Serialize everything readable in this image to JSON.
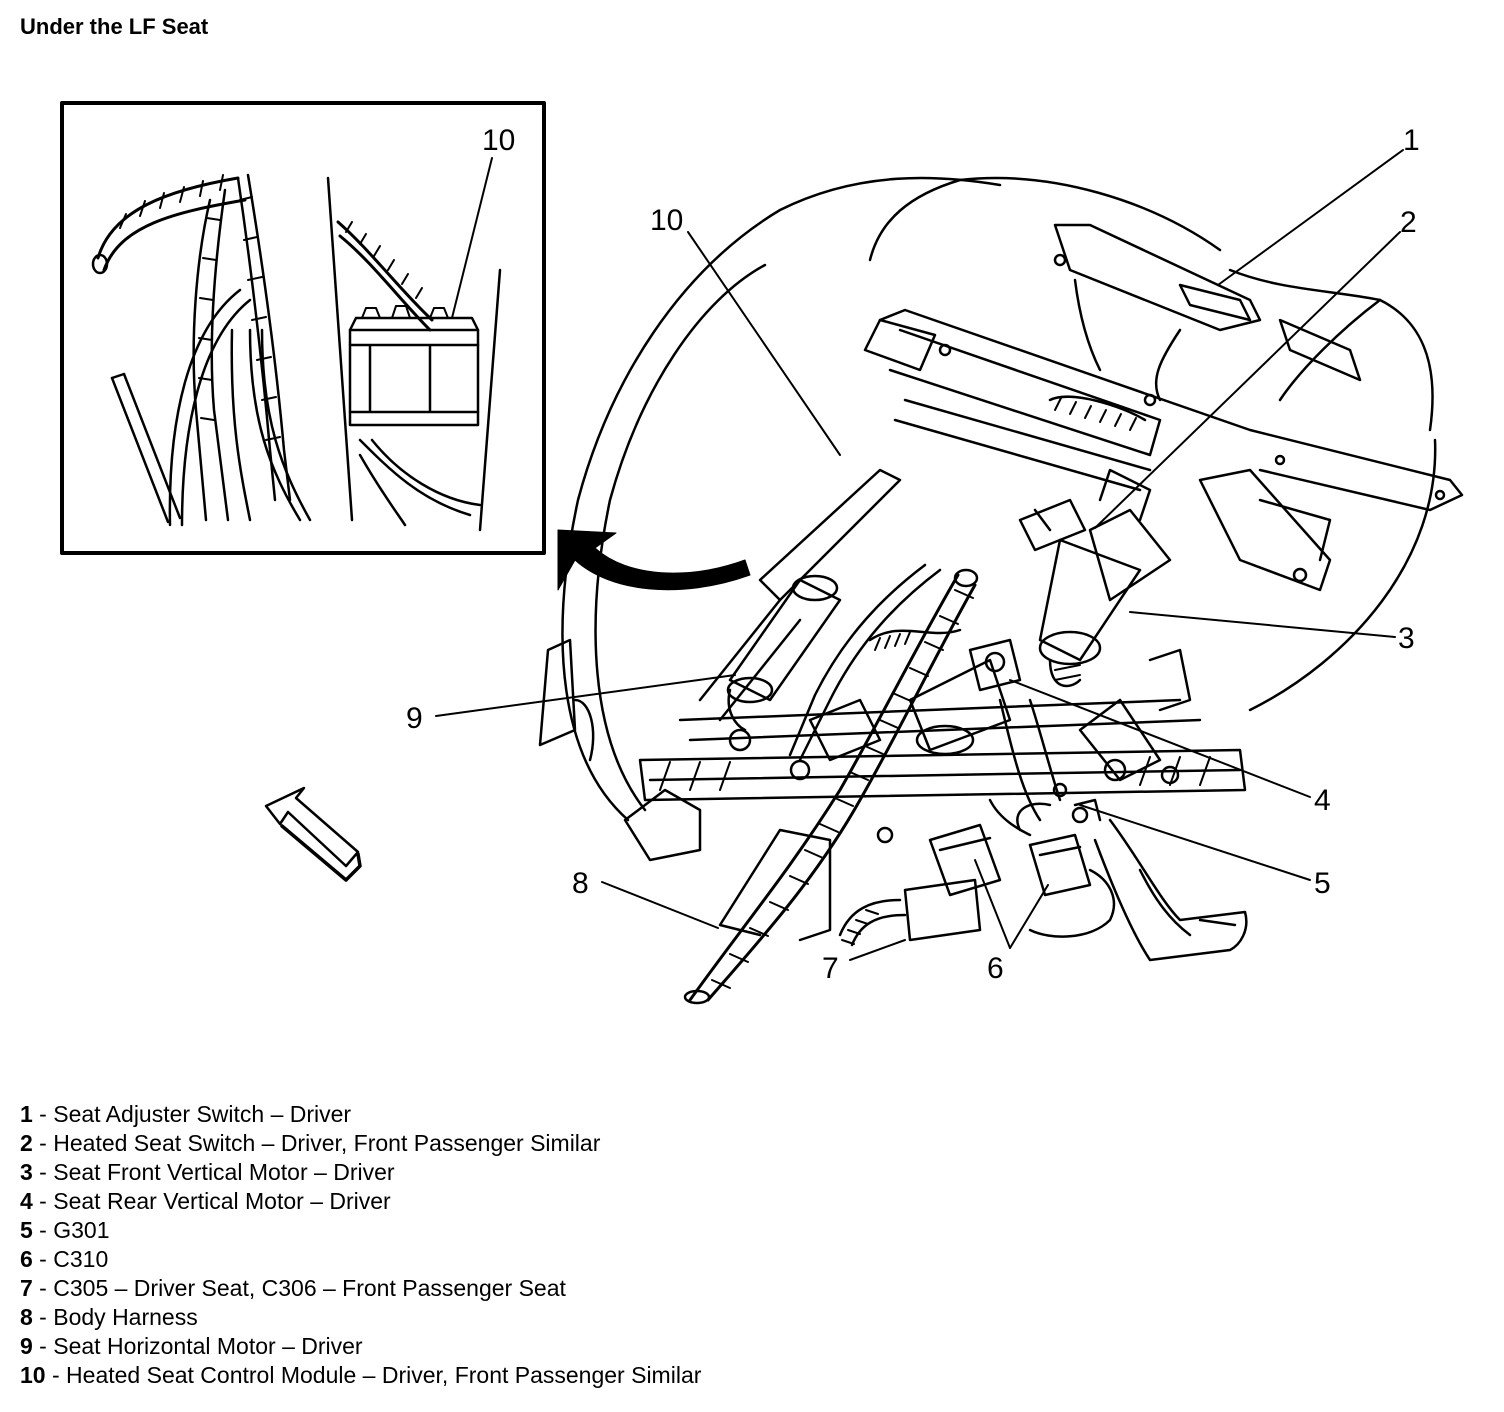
{
  "title": "Under the LF Seat",
  "callouts": {
    "inset_10": "10",
    "c1": "1",
    "c2": "2",
    "c3": "3",
    "c4": "4",
    "c5": "5",
    "c6": "6",
    "c7": "7",
    "c8": "8",
    "c9": "9",
    "c10": "10"
  },
  "legend": [
    {
      "num": "1",
      "sep": " - ",
      "text": "Seat Adjuster Switch – Driver"
    },
    {
      "num": "2",
      "sep": " - ",
      "text": "Heated Seat Switch – Driver, Front Passenger Similar"
    },
    {
      "num": "3",
      "sep": " - ",
      "text": "Seat Front Vertical Motor – Driver"
    },
    {
      "num": "4",
      "sep": " - ",
      "text": "Seat Rear Vertical Motor – Driver"
    },
    {
      "num": "5",
      "sep": " - ",
      "text": "G301"
    },
    {
      "num": "6",
      "sep": " - ",
      "text": "C310"
    },
    {
      "num": "7",
      "sep": " - ",
      "text": "C305 – Driver Seat, C306 – Front Passenger Seat"
    },
    {
      "num": "8",
      "sep": " - ",
      "text": "Body Harness"
    },
    {
      "num": "9",
      "sep": " - ",
      "text": "Seat Horizontal Motor – Driver"
    },
    {
      "num": "10",
      "sep": " - ",
      "text": "Heated Seat Control Module – Driver, Front Passenger Similar"
    }
  ]
}
